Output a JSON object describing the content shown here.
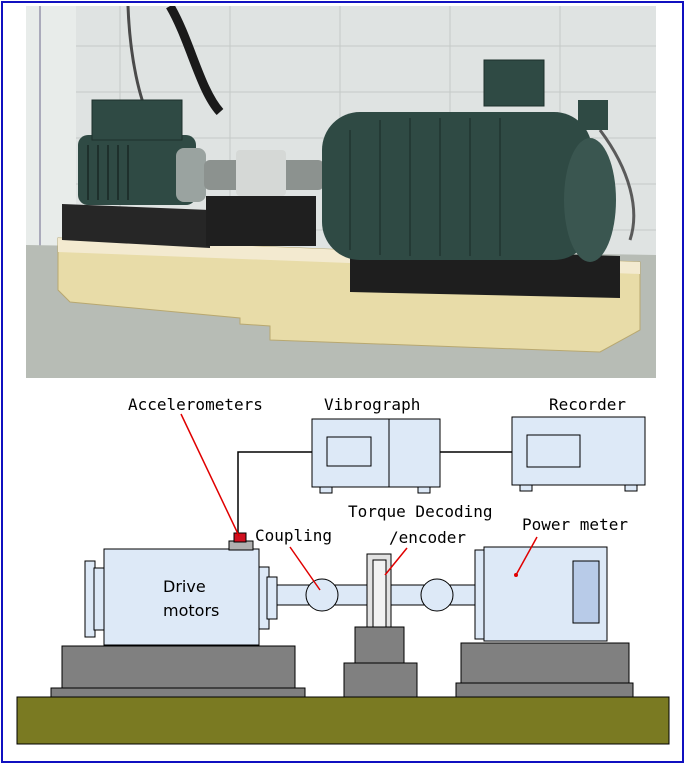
{
  "labels": {
    "accelerometers": "Accelerometers",
    "vibrograph": "Vibrograph",
    "recorder": "Recorder",
    "torque_line1": "Torque Decoding",
    "torque_line2": "/encoder",
    "coupling": "Coupling",
    "power_meter": "Power meter",
    "drive_line1": "Drive",
    "drive_line2": "motors"
  },
  "colors": {
    "frame_border": "#1010c0",
    "equipment_fill": "#dde9f7",
    "base_fill": "#808080",
    "ground_fill": "#7a7a22",
    "pointer_line": "#e00000",
    "photo_motor": "#2f4a44",
    "photo_platform": "#e8dca8"
  }
}
